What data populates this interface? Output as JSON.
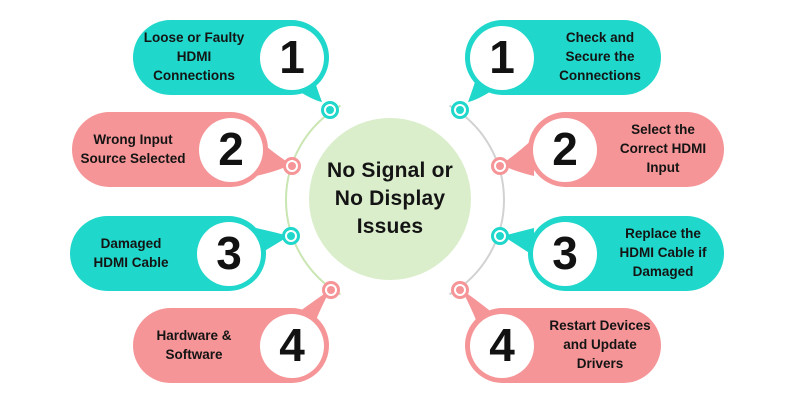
{
  "center": {
    "text": "No Signal or\nNo Display\nIssues"
  },
  "left_items": [
    {
      "number": "1",
      "label": "Loose or Faulty\nHDMI\nConnections",
      "color": "teal"
    },
    {
      "number": "2",
      "label": "Wrong Input\nSource Selected",
      "color": "pink"
    },
    {
      "number": "3",
      "label": "Damaged\nHDMI Cable",
      "color": "teal"
    },
    {
      "number": "4",
      "label": "Hardware &\nSoftware",
      "color": "pink"
    }
  ],
  "right_items": [
    {
      "number": "1",
      "label": "Check and\nSecure the\nConnections",
      "color": "teal"
    },
    {
      "number": "2",
      "label": "Select the\nCorrect HDMI\nInput",
      "color": "pink"
    },
    {
      "number": "3",
      "label": "Replace the\nHDMI Cable if\nDamaged",
      "color": "teal"
    },
    {
      "number": "4",
      "label": "Restart Devices\nand Update\nDrivers",
      "color": "pink"
    }
  ],
  "colors": {
    "teal": "#1fd7ca",
    "pink": "#f69597",
    "center_fill": "#daeecb",
    "arc_left": "#c9e6b3",
    "arc_right": "#d2d2d2",
    "text": "#141414"
  }
}
